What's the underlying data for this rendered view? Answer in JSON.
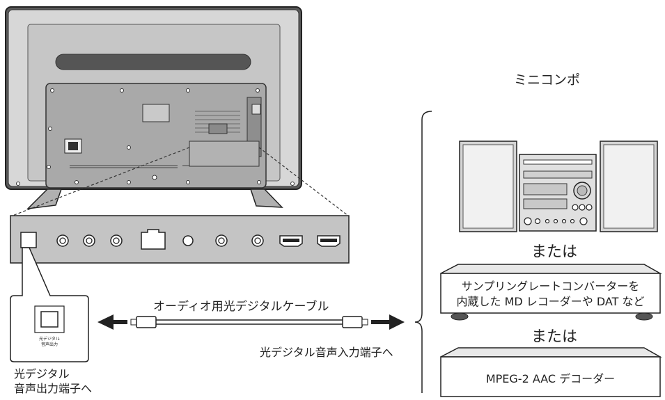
{
  "labels": {
    "mini_component": "ミニコンポ",
    "or_1": "または",
    "or_2": "または",
    "sampling_device_line1": "サンプリングレートコンバーターを",
    "sampling_device_line2": "内蔵した MD レコーダーや DAT など",
    "aac_decoder": "MPEG-2 AAC デコーダー",
    "cable": "オーディオ用光デジタルケーブル",
    "optical_input": "光デジタル音声入力端子へ",
    "optical_output_line1": "光デジタル",
    "optical_output_line2": "音声出力端子へ",
    "port_closeup_line1": "光デジタル",
    "port_closeup_line2": "音声出力"
  }
}
